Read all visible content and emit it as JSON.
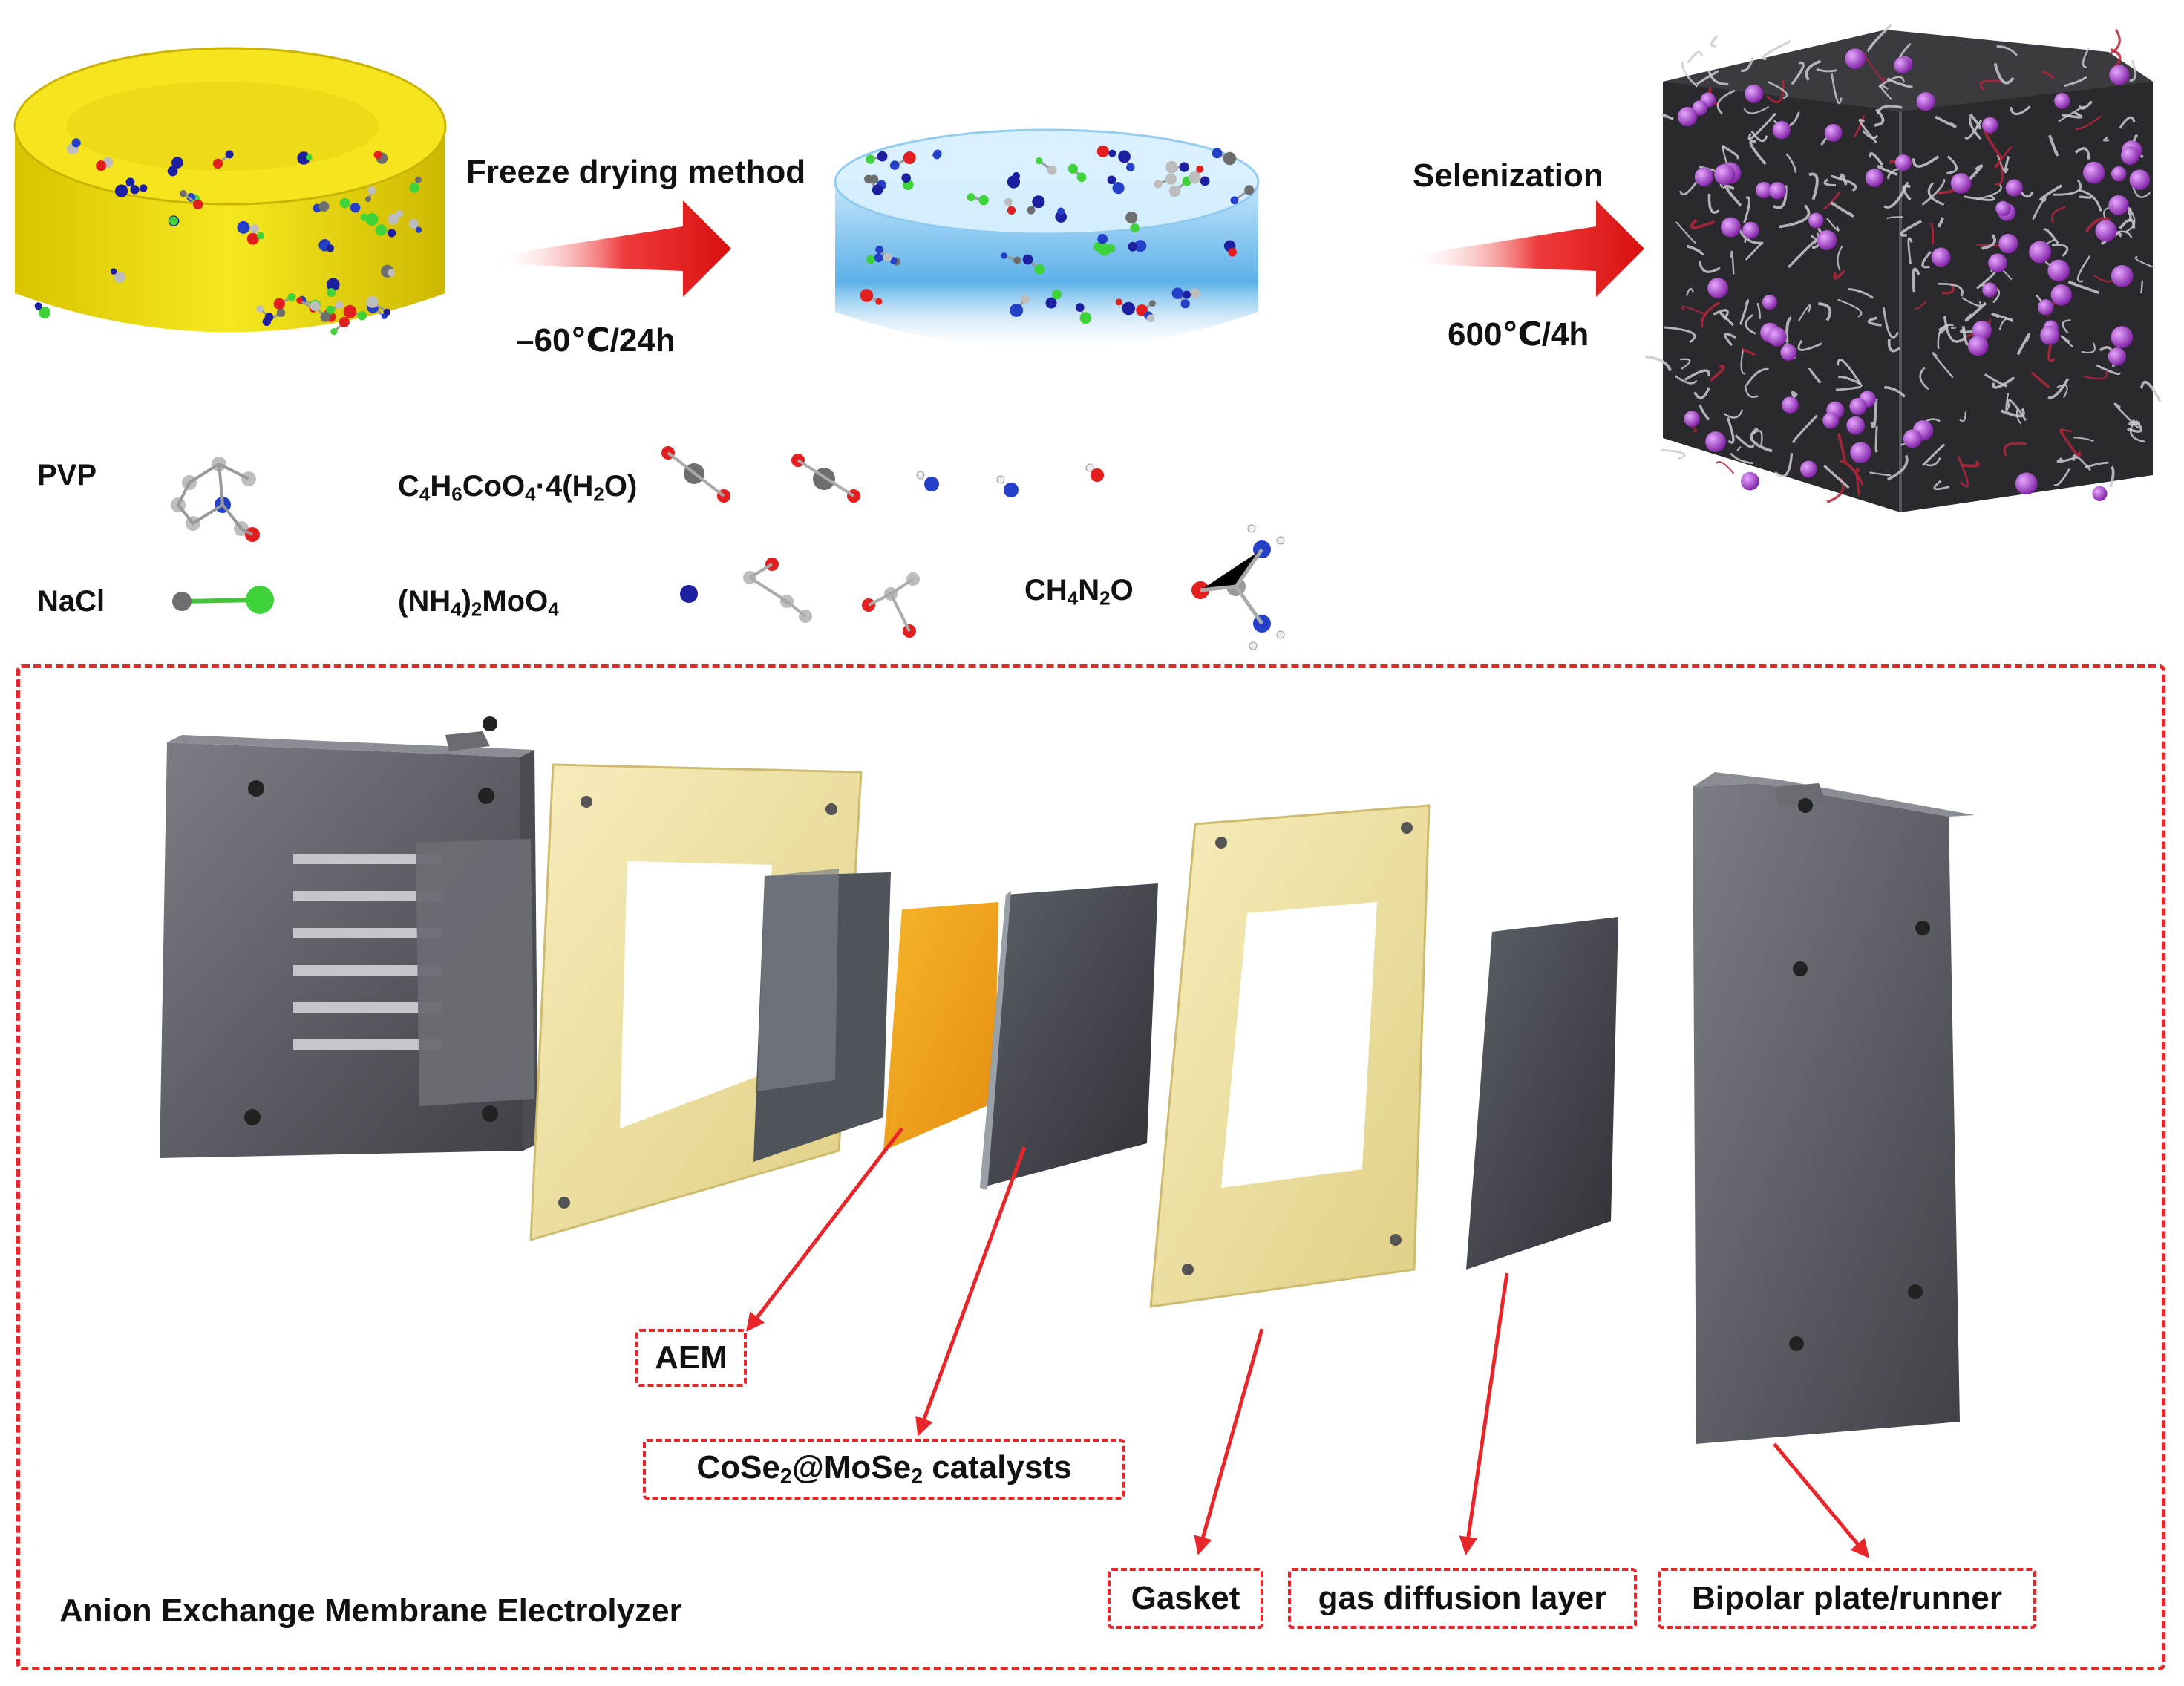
{
  "steps": {
    "step1_method": "Freeze drying method",
    "step1_condition": "–60℃/24h",
    "step2_method": "Selenization",
    "step2_condition": "600℃/4h"
  },
  "legend": {
    "pvp": "PVP",
    "nacl": "NaCl",
    "cobalt_acetate_main": "C4H6CoO4",
    "cobalt_acetate_hydrate": "·4(H2O)",
    "ammonium_molybdate": "(NH4)2MoO4",
    "urea": "CH4N2O"
  },
  "electrolyzer": {
    "title": "Anion Exchange Membrane Electrolyzer",
    "labels": {
      "aem": "AEM",
      "catalysts": "CoSe2@MoSe2 catalysts",
      "gasket": "Gasket",
      "gdl": "gas diffusion layer",
      "bipolar": "Bipolar plate/runner"
    }
  },
  "colors": {
    "accent_red": "#e8262a",
    "gel_yellow": "#f2e11a",
    "ice_blue": "#4aa8e6",
    "gasket_cream": "#efe2a2",
    "plate_gray": "#5a5d63",
    "catalyst_orange": "#f0a21a",
    "atom_purple": "#a33fc9"
  }
}
